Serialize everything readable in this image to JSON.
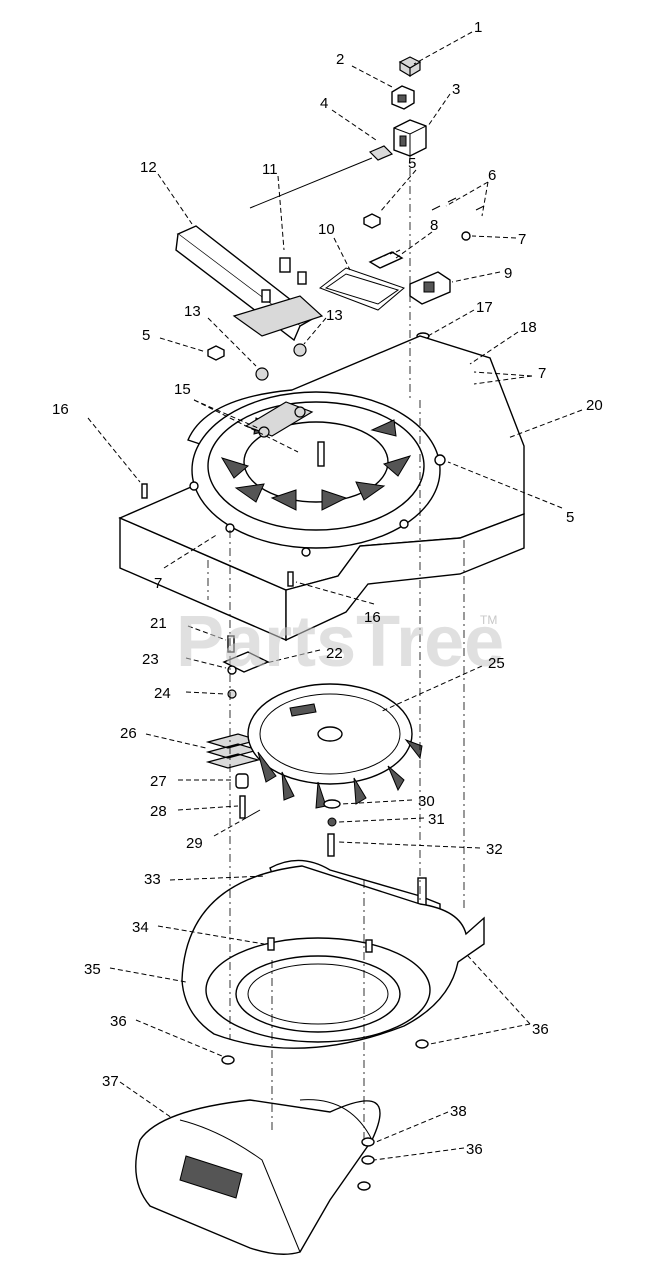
{
  "watermark": {
    "text": "PartsTree",
    "tm": "TM"
  },
  "labels": {
    "l1": "1",
    "l2": "2",
    "l3": "3",
    "l4": "4",
    "l5a": "5",
    "l5b": "5",
    "l5c": "5",
    "l6": "6",
    "l7a": "7",
    "l7b": "7",
    "l7c": "7",
    "l8": "8",
    "l9": "9",
    "l10": "10",
    "l11": "11",
    "l12": "12",
    "l13a": "13",
    "l13b": "13",
    "l15": "15",
    "l16a": "16",
    "l16b": "16",
    "l17": "17",
    "l18": "18",
    "l20": "20",
    "l21": "21",
    "l22": "22",
    "l23": "23",
    "l24": "24",
    "l25": "25",
    "l26": "26",
    "l27": "27",
    "l28": "28",
    "l29": "29",
    "l30": "30",
    "l31": "31",
    "l32": "32",
    "l33": "33",
    "l34": "34",
    "l35": "35",
    "l36a": "36",
    "l36b": "36",
    "l36c": "36",
    "l37": "37",
    "l38": "38"
  }
}
